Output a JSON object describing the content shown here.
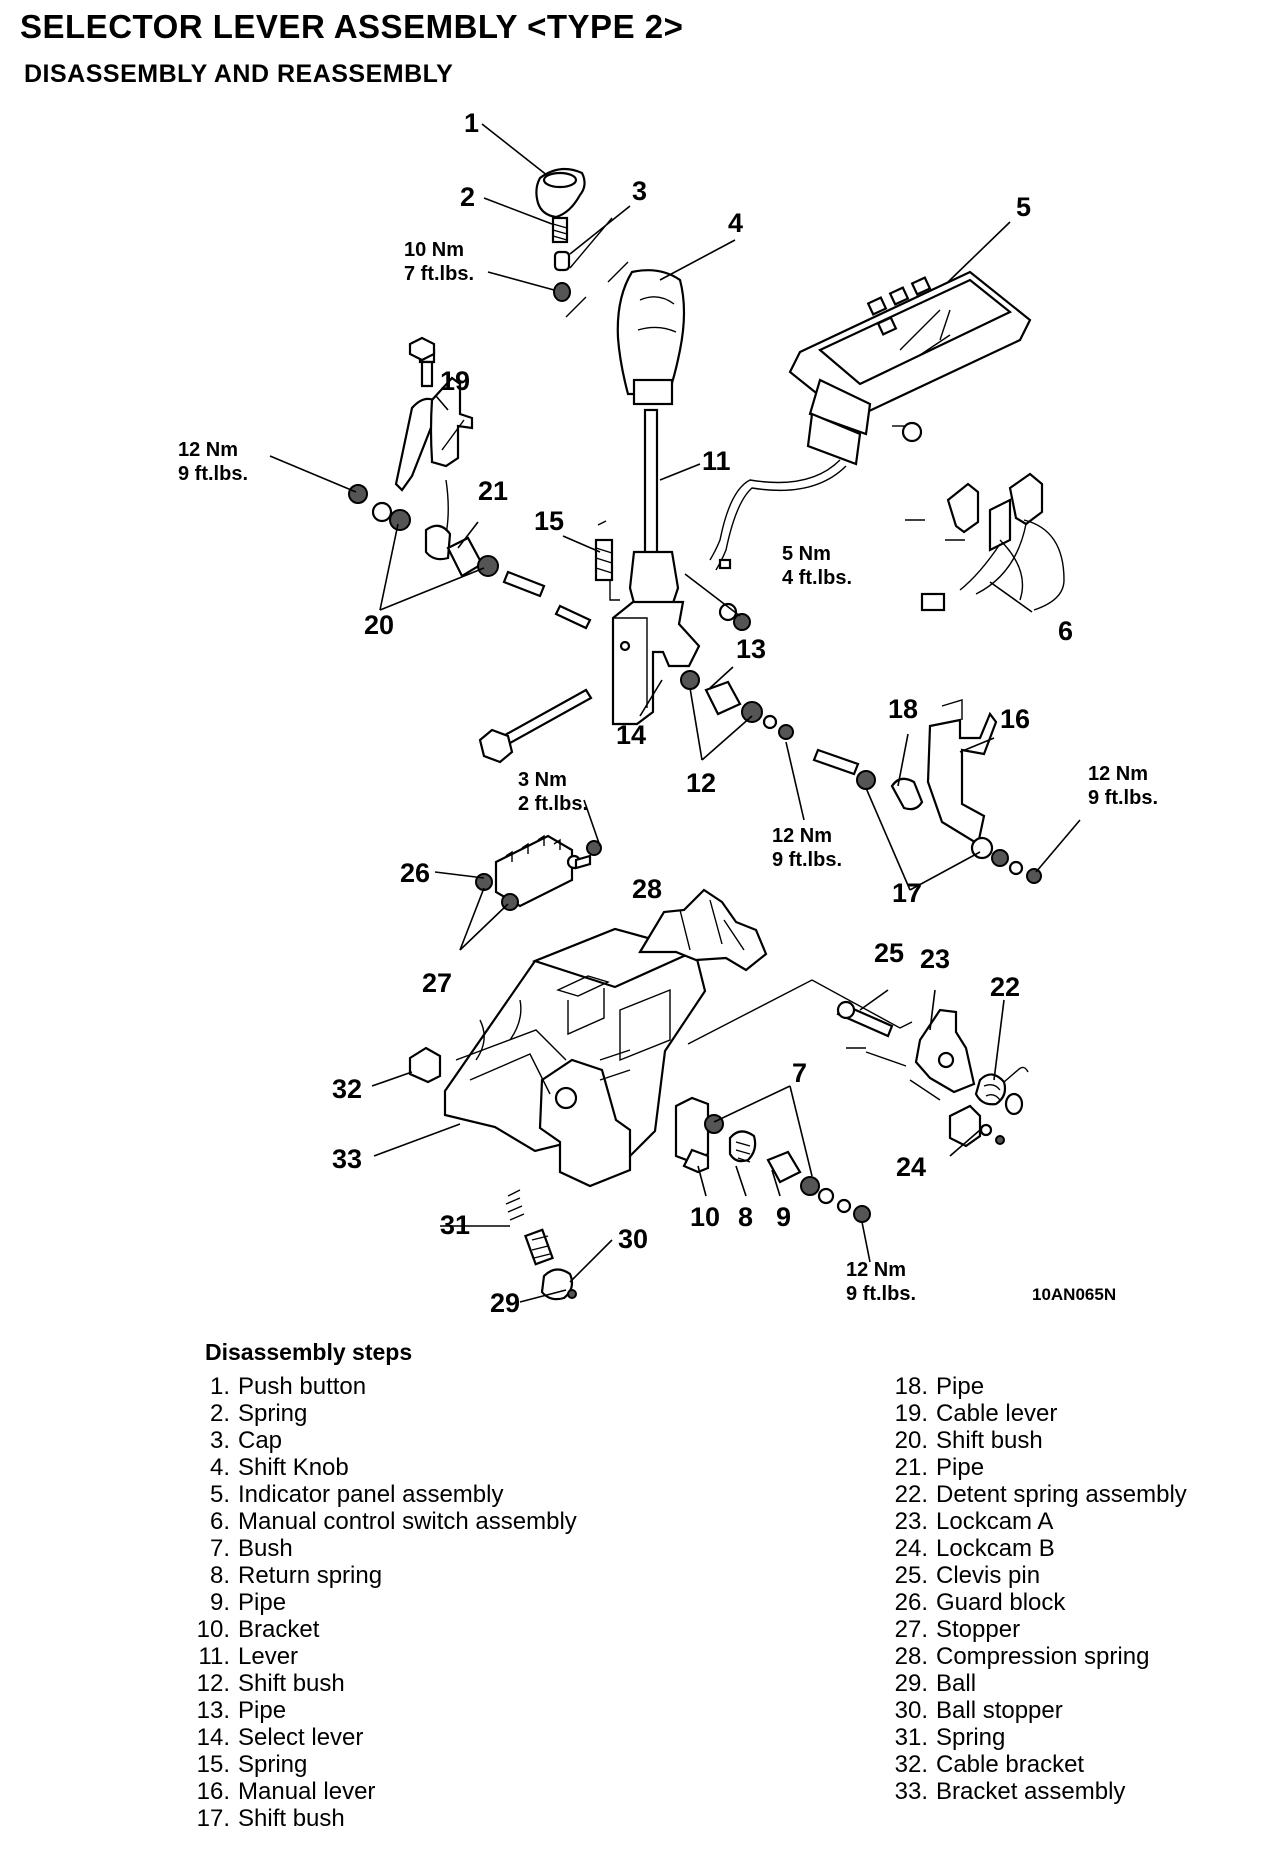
{
  "header": {
    "title": "SELECTOR LEVER ASSEMBLY <TYPE 2>",
    "subtitle": "DISASSEMBLY AND REASSEMBLY"
  },
  "figure": {
    "code": "10AN065N",
    "callouts": [
      "1",
      "2",
      "3",
      "4",
      "5",
      "6",
      "7",
      "8",
      "9",
      "10",
      "11",
      "12",
      "13",
      "14",
      "15",
      "16",
      "17",
      "18",
      "19",
      "20",
      "21",
      "22",
      "23",
      "24",
      "25",
      "26",
      "27",
      "28",
      "29",
      "30",
      "31",
      "32",
      "33"
    ],
    "torques": {
      "t10": {
        "nm": "10 Nm",
        "ftlb": "7 ft.lbs."
      },
      "t12a": {
        "nm": "12 Nm",
        "ftlb": "9 ft.lbs."
      },
      "t5": {
        "nm": "5 Nm",
        "ftlb": "4 ft.lbs."
      },
      "t3": {
        "nm": "3 Nm",
        "ftlb": "2 ft.lbs."
      },
      "t12b": {
        "nm": "12 Nm",
        "ftlb": "9 ft.lbs."
      },
      "t12c": {
        "nm": "12 Nm",
        "ftlb": "9 ft.lbs."
      },
      "t12d": {
        "nm": "12 Nm",
        "ftlb": "9 ft.lbs."
      }
    }
  },
  "steps": {
    "heading": "Disassembly steps",
    "left": [
      {
        "num": "1.",
        "text": "Push button"
      },
      {
        "num": "2.",
        "text": "Spring"
      },
      {
        "num": "3.",
        "text": "Cap"
      },
      {
        "num": "4.",
        "text": "Shift Knob"
      },
      {
        "num": "5.",
        "text": "Indicator panel assembly"
      },
      {
        "num": "6.",
        "text": "Manual control switch assembly"
      },
      {
        "num": "7.",
        "text": "Bush"
      },
      {
        "num": "8.",
        "text": "Return spring"
      },
      {
        "num": "9.",
        "text": "Pipe"
      },
      {
        "num": "10.",
        "text": "Bracket"
      },
      {
        "num": "11.",
        "text": "Lever"
      },
      {
        "num": "12.",
        "text": "Shift bush"
      },
      {
        "num": "13.",
        "text": "Pipe"
      },
      {
        "num": "14.",
        "text": "Select lever"
      },
      {
        "num": "15.",
        "text": "Spring"
      },
      {
        "num": "16.",
        "text": "Manual lever"
      },
      {
        "num": "17.",
        "text": "Shift bush"
      }
    ],
    "right": [
      {
        "num": "18.",
        "text": "Pipe"
      },
      {
        "num": "19.",
        "text": "Cable lever"
      },
      {
        "num": "20.",
        "text": "Shift bush"
      },
      {
        "num": "21.",
        "text": "Pipe"
      },
      {
        "num": "22.",
        "text": "Detent spring assembly"
      },
      {
        "num": "23.",
        "text": "Lockcam A"
      },
      {
        "num": "24.",
        "text": "Lockcam B"
      },
      {
        "num": "25.",
        "text": "Clevis pin"
      },
      {
        "num": "26.",
        "text": "Guard block"
      },
      {
        "num": "27.",
        "text": "Stopper"
      },
      {
        "num": "28.",
        "text": "Compression spring"
      },
      {
        "num": "29.",
        "text": "Ball"
      },
      {
        "num": "30.",
        "text": "Ball stopper"
      },
      {
        "num": "31.",
        "text": "Spring"
      },
      {
        "num": "32.",
        "text": "Cable bracket"
      },
      {
        "num": "33.",
        "text": "Bracket assembly"
      }
    ]
  }
}
